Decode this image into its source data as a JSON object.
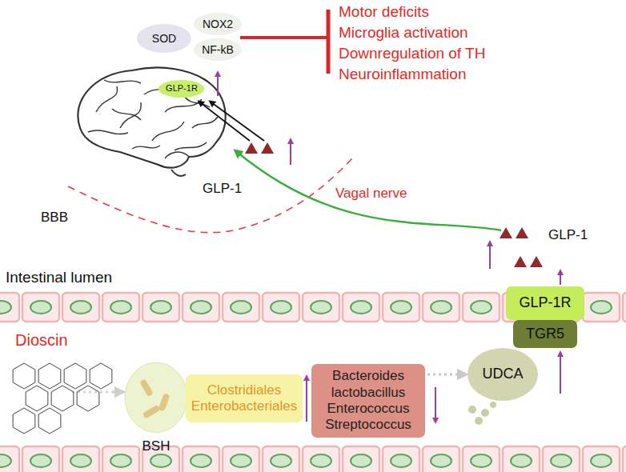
{
  "diagram": {
    "nodes": [
      {
        "text": [
          "NOX2"
        ]
      },
      {
        "text": [
          "SOD"
        ]
      },
      {
        "text": [
          "NF-kB"
        ]
      },
      {
        "text": [
          "GLP-1R"
        ]
      },
      {
        "text": [
          "GLP-1R"
        ]
      },
      {
        "text": [
          "TGR5"
        ]
      },
      {
        "text": [
          "BSH"
        ]
      },
      {
        "text": [
          "Clostridiales Enterobacteriales"
        ]
      },
      {
        "text": [
          "Bacteroides lactobacillus Enterococcus Streptococcus"
        ]
      },
      {
        "text": [
          "UDCA"
        ]
      }
    ],
    "edges": [
      {
        "from": 8,
        "to": 9,
        "arrow": "to"
      }
    ],
    "labels": [
      "Motor deficits",
      "Microglia activation",
      "Downregulation of TH",
      "Neuroinflammation",
      "GLP-1",
      "BBB",
      "Vagal nerve",
      "GLP-1",
      "Intestinal lumen",
      "Dioscin"
    ]
  }
}
